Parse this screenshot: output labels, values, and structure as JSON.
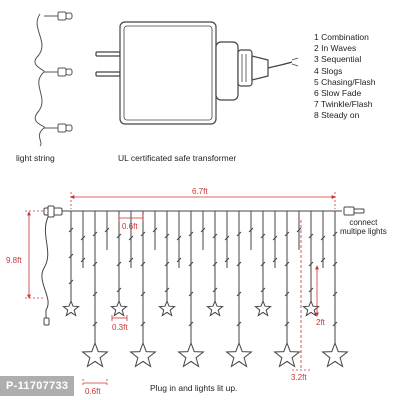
{
  "labels": {
    "light_string": "light string",
    "transformer": "UL certificated safe transformer",
    "plug_in": "Plug in and lights lit up.",
    "connect_line1": "connect",
    "connect_line2": "multipe lights"
  },
  "modes": [
    "1 Combination",
    "2 In Waves",
    "3 Sequential",
    "4 Slogs",
    "5 Chasing/Flash",
    "6 Slow Fade",
    "7 Twinkle/Flash",
    "8 Steady on"
  ],
  "dimensions": {
    "total_width": "6.7ft",
    "drop_height": "9.8ft",
    "strand_spacing": "0.6ft",
    "small_star_drop": "0.3ft",
    "bottom_spacing": "0.6ft",
    "short_drop": "2ft",
    "long_drop": "3.2ft"
  },
  "watermark": "P-11707733",
  "colors": {
    "dimension_lines": "#cc3333",
    "outline": "#444444"
  }
}
